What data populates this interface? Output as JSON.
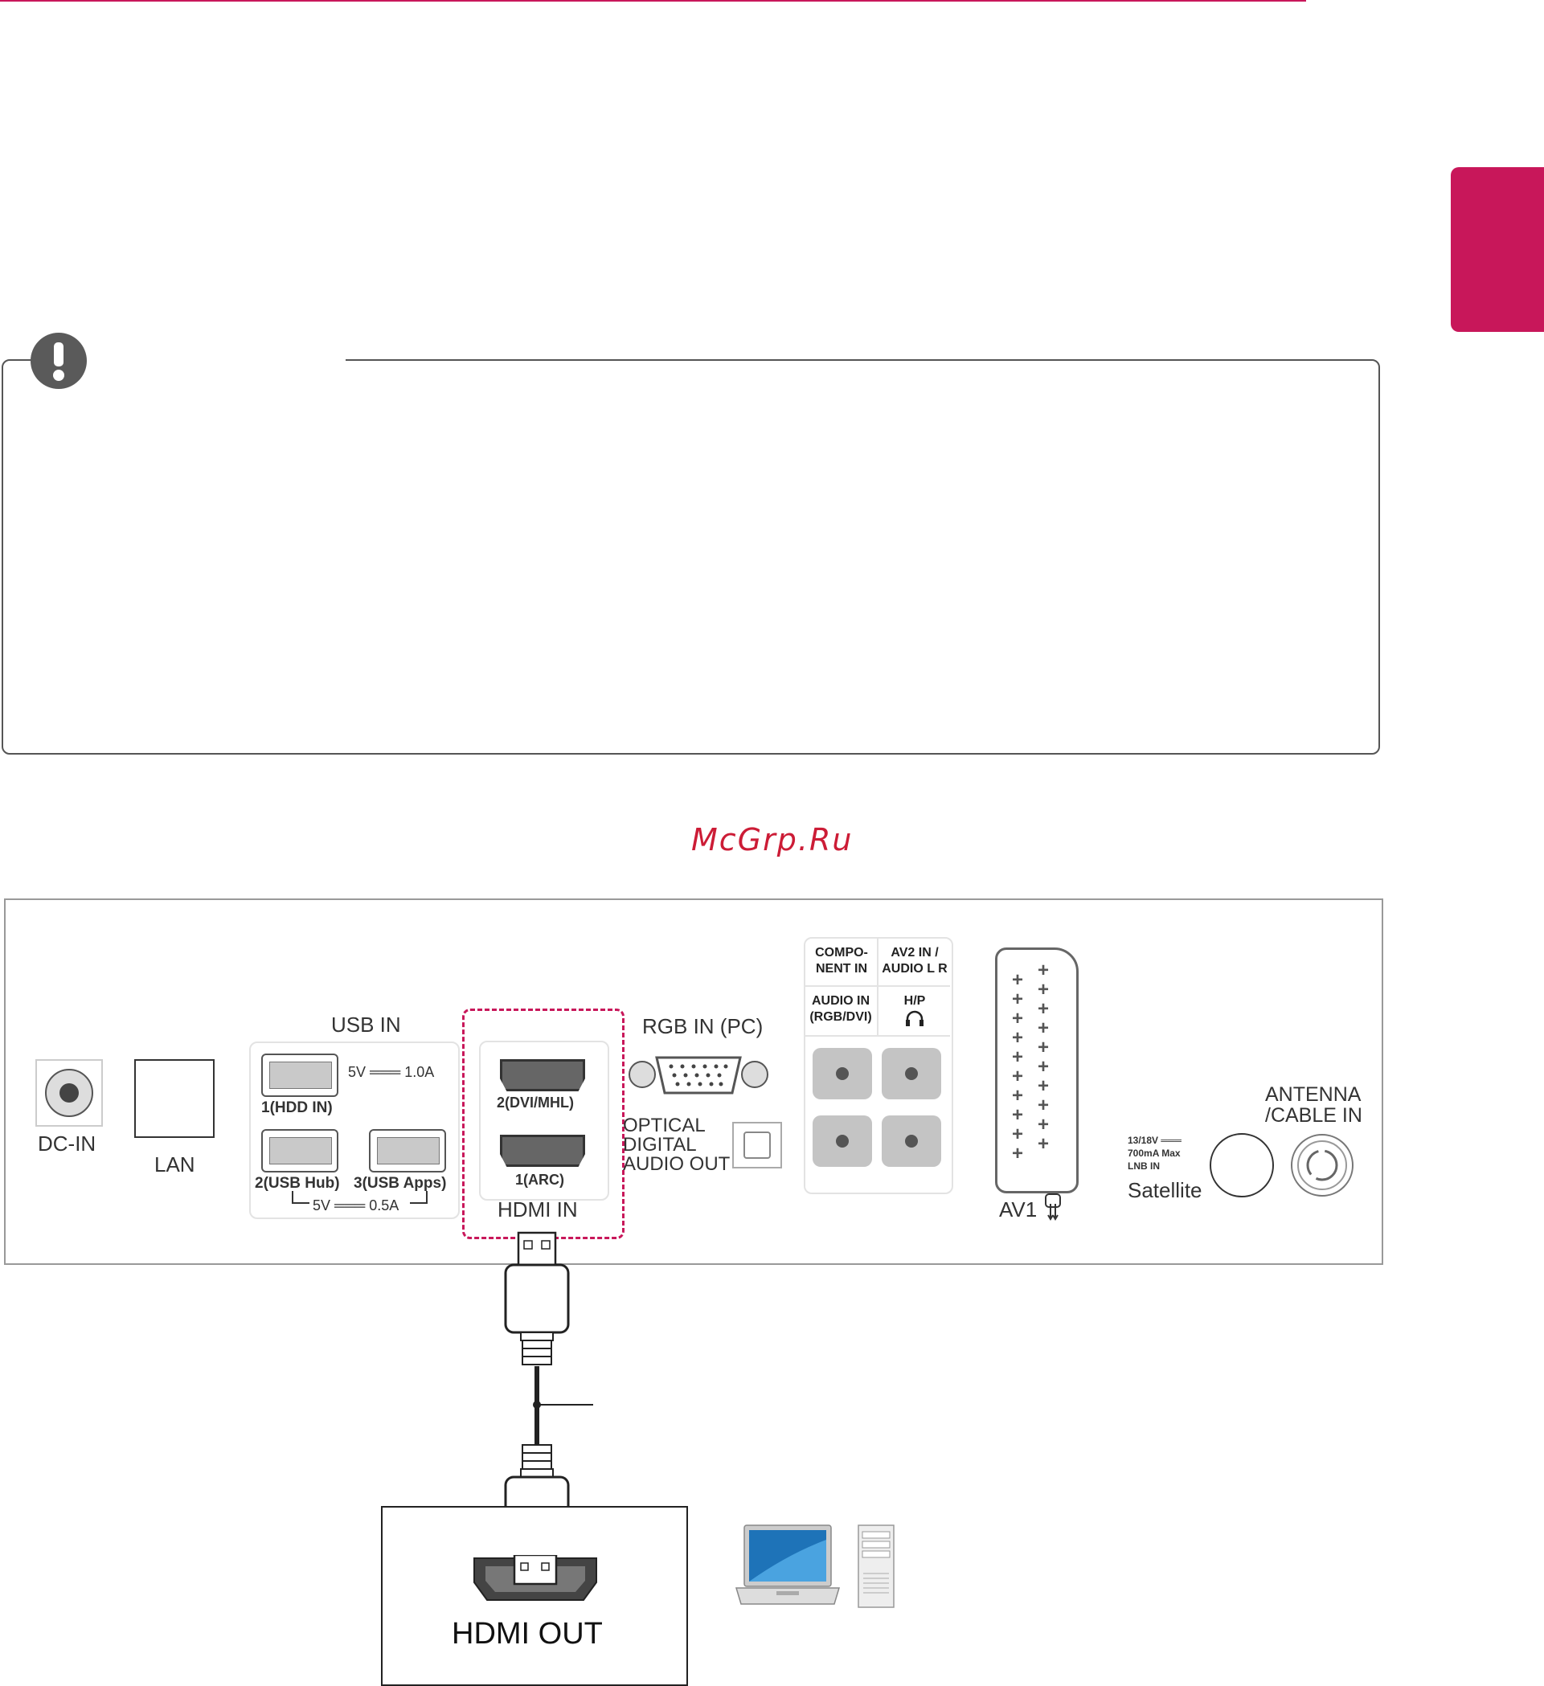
{
  "watermark": "McGrp.Ru",
  "panel": {
    "dc_in": "DC-IN",
    "lan": "LAN",
    "usb_in": "USB IN",
    "usb_power_top": "5V ═══ 1.0A",
    "usb1": "1(HDD IN)",
    "usb2": "2(USB Hub)",
    "usb3": "3(USB Apps)",
    "usb_power_bottom": "5V ═══ 0.5A",
    "hdmi2": "2(DVI/MHL)",
    "hdmi1": "1(ARC)",
    "hdmi_in": "HDMI IN",
    "rgb_in": "RGB IN (PC)",
    "optical_1": "OPTICAL",
    "optical_2": "DIGITAL",
    "optical_3": "AUDIO OUT",
    "component_1": "COMPO-",
    "component_2": "NENT IN",
    "av2_1": "AV2 IN /",
    "av2_2": "AUDIO L R",
    "audio_in_1": "AUDIO IN",
    "audio_in_2": "(RGB/DVI)",
    "hp": "H/P",
    "av1": "AV1",
    "satellite_power_1": "13/18V ═══",
    "satellite_power_2": "700mA Max",
    "satellite_power_3": "LNB IN",
    "satellite": "Satellite",
    "antenna_1": "ANTENNA",
    "antenna_2": "/CABLE IN"
  },
  "device": {
    "hdmi_out": "HDMI OUT"
  },
  "icons": [
    "exclamation-icon",
    "headphone-icon",
    "scart-icon",
    "laptop-icon",
    "desktop-tower-icon"
  ],
  "colors": {
    "accent": "#c8175a",
    "watermark": "#cc1c36"
  }
}
